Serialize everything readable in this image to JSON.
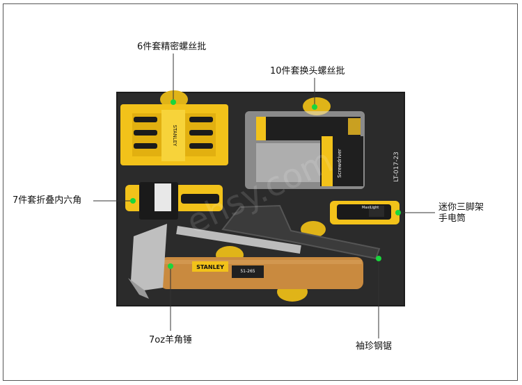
{
  "callouts": {
    "precision_screwdriver": "6件套精密螺丝批",
    "bit_screwdriver": "10件套换头螺丝批",
    "hex_keys": "7件套折叠内六角",
    "flashlight_line1": "迷你三脚架",
    "flashlight_line2": "手电筒",
    "hammer": "7oz羊角锤",
    "hacksaw": "袖珍钢锯"
  },
  "tray": {
    "model": "LT-017-23",
    "watermark": "ehsy.com"
  },
  "product_text": {
    "brand": "STANLEY",
    "hammer_model": "51-265",
    "screwdriver_pack_title": "Screwdriver",
    "flashlight_brand": "MaxiLight"
  },
  "colors": {
    "tray": "#2b2b2b",
    "accent_yellow": "#f2c21a",
    "callout_dot": "#19d63c",
    "handle_wood": "#c98a3f"
  }
}
